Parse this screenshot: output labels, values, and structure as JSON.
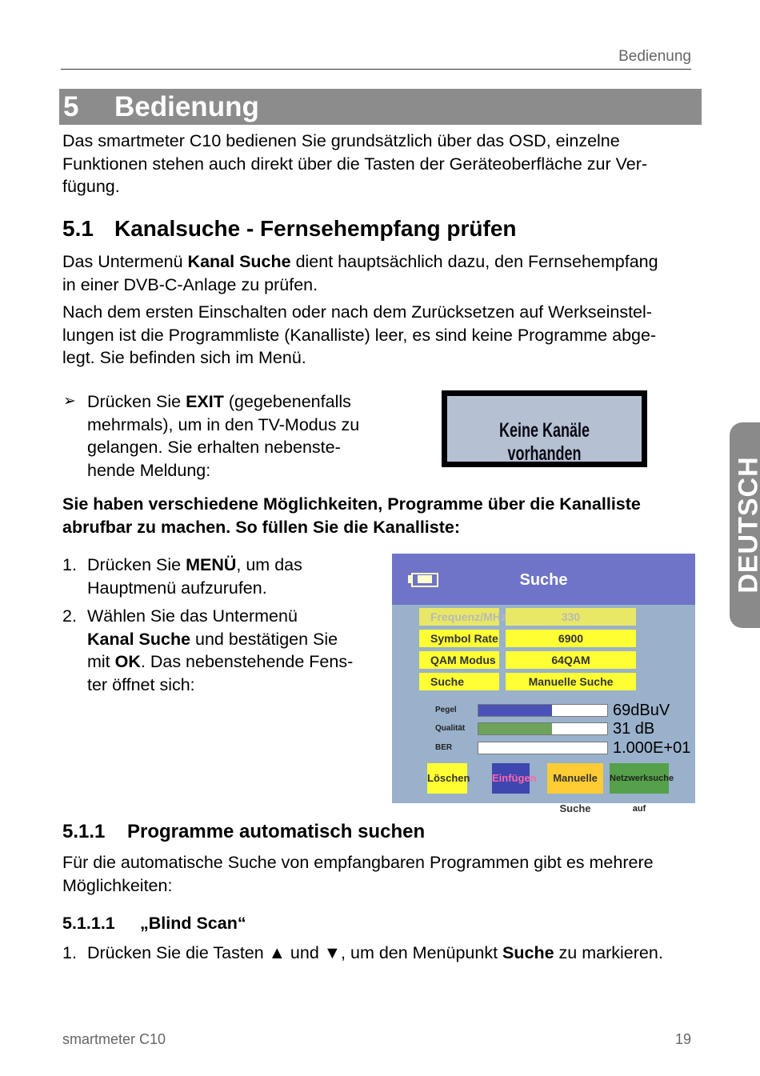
{
  "header": {
    "running_head": "Bedienung"
  },
  "chapter": {
    "number": "5",
    "title": "Bedienung"
  },
  "intro": {
    "line1": "Das smartmeter C10 bedienen Sie grundsätzlich über das OSD, einzelne",
    "line2": "Funktionen stehen auch direkt über die Tasten der Geräteoberfläche zur Ver-",
    "line3": "fügung."
  },
  "section_5_1": {
    "number": "5.1",
    "title": "Kanalsuche - Fernsehempfang prüfen",
    "p1_a": "Das Untermenü ",
    "p1_bold": "Kanal Suche",
    "p1_b": " dient hauptsächlich dazu, den Fernsehempfang",
    "p1_line2": "in einer DVB-C-Anlage zu prüfen.",
    "p2_line1": "Nach dem ersten Einschalten oder nach dem Zurücksetzen auf Werkseinstel-",
    "p2_line2": "lungen ist die Programmliste (Kanalliste) leer, es sind keine Programme abge-",
    "p2_line3": "legt. Sie befinden sich im Menü.",
    "bullet_marker": "➢",
    "bullet_a": "Drücken Sie ",
    "bullet_bold": "EXIT",
    "bullet_b": " (gegebenenfalls",
    "bullet_line2": "mehrmals), um in den TV-Modus zu",
    "bullet_line3": "gelangen. Sie erhalten nebenste-",
    "bullet_line4": "hende Meldung:",
    "bold_para_line1": "Sie haben verschiedene Möglichkeiten, Programme über die Kanalliste",
    "bold_para_line2": "abrufbar zu machen. So füllen Sie die Kanalliste:",
    "step1_num": "1.",
    "step1_a": "Drücken Sie ",
    "step1_bold": "MENÜ",
    "step1_b": ", um das",
    "step1_line2": "Hauptmenü aufzurufen.",
    "step2_num": "2.",
    "step2_line1": "Wählen Sie das Untermenü",
    "step2_bold": "Kanal Suche",
    "step2_line2b": " und bestätigen Sie",
    "step2_a3": "mit ",
    "step2_bold2": "OK",
    "step2_b3": ". Das nebenstehende Fens-",
    "step2_line4": "ter öffnet sich:"
  },
  "osd_message": {
    "text": "Keine Kanäle vorhanden"
  },
  "osd_suche": {
    "title": "Suche",
    "rows": [
      {
        "label": "Frequenz/MHz",
        "value": "330"
      },
      {
        "label": "Symbol Rate",
        "value": "6900"
      },
      {
        "label": "QAM Modus",
        "value": "64QAM"
      },
      {
        "label": "Suche",
        "value": "Manuelle Suche"
      }
    ],
    "meters": [
      {
        "label": "Pegel",
        "value": "69dBuV",
        "fill": 0.57,
        "color": "#4a52b8"
      },
      {
        "label": "Qualität",
        "value": "31 dB",
        "fill": 0.57,
        "color": "#6da35a"
      },
      {
        "label": "BER",
        "value": "1.000E+01",
        "fill": 0.0,
        "color": "#4a52b8"
      }
    ],
    "buttons": [
      {
        "label": "Löschen",
        "bg": "#ffff33",
        "fg": "#333333"
      },
      {
        "label": "Einfügen",
        "bg": "#3e46b0",
        "fg": "#ff66aa"
      },
      {
        "label": "Manuelle Suche",
        "bg": "#ffcc33",
        "fg": "#333333"
      },
      {
        "label": "Netzwerksuche auf",
        "bg": "#55a04a",
        "fg": "#222222"
      }
    ]
  },
  "section_5_1_1": {
    "number": "5.1.1",
    "title": "Programme automatisch suchen",
    "line1": "Für die automatische Suche von empfangbaren Programmen gibt es mehrere",
    "line2": "Möglichkeiten:"
  },
  "section_5_1_1_1": {
    "number": "5.1.1.1",
    "title": "„Blind Scan“",
    "step_num": "1.",
    "step_a": "Drücken Sie die Tasten ▲ und ▼, um den Menüpunkt ",
    "step_bold": "Suche",
    "step_b": " zu markieren."
  },
  "side_tab": {
    "label": "DEUTSCH"
  },
  "footer": {
    "product": "smartmeter C10",
    "page": "19"
  }
}
